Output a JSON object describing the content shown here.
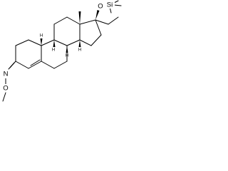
{
  "molecule": {
    "atoms": {
      "oxime_n": "N",
      "oxime_o": "O",
      "methyl": "/",
      "silyl_o": "O",
      "si": "Si",
      "h1": "H",
      "h2": "H",
      "h3": "H",
      "h4": "H"
    }
  },
  "colors": {
    "bond": "#000000",
    "background": "#ffffff"
  }
}
